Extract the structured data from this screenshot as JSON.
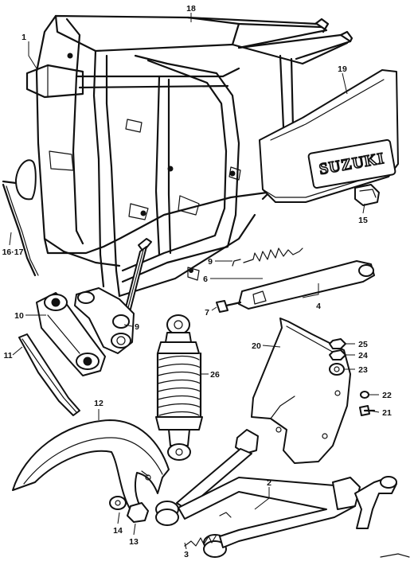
{
  "diagram": {
    "emblem_text": "SUZUKI",
    "part_labels": {
      "p1": "1",
      "p2": "2",
      "p3": "3",
      "p4": "4",
      "p6": "6",
      "p7": "7",
      "p9a": "9",
      "p9b": "9",
      "p10": "10",
      "p11": "11",
      "p12": "12",
      "p13": "13",
      "p14": "14",
      "p15": "15",
      "p16_17": "16·17",
      "p18": "18",
      "p19": "19",
      "p20": "20",
      "p21": "21",
      "p22": "22",
      "p23": "23",
      "p24": "24",
      "p25": "25",
      "p26": "26"
    }
  }
}
